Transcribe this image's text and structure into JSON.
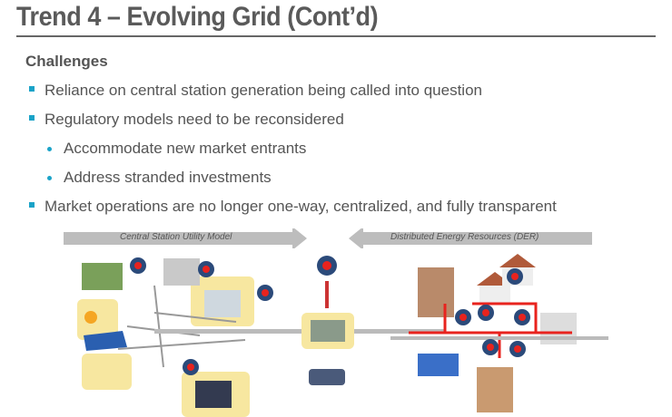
{
  "slide": {
    "title": "Trend 4 – Evolving Grid (Cont’d)",
    "subtitle": "Challenges",
    "bullets": [
      {
        "text": "Reliance on central station generation being called into question",
        "level": 1
      },
      {
        "text": "Regulatory models need to be reconsidered",
        "level": 1
      },
      {
        "text": "Accommodate new market entrants",
        "level": 2
      },
      {
        "text": "Address stranded investments",
        "level": 2
      },
      {
        "text": "Market operations are no longer one-way, centralized, and fully transparent",
        "level": 1
      }
    ]
  },
  "diagram": {
    "left_arrow_label": "Central Station Utility Model",
    "right_arrow_label": "Distributed Energy Resources (DER)"
  },
  "colors": {
    "accent": "#1aa3c8",
    "arrow": "#bdbdbd",
    "flow": "#e8231e"
  }
}
